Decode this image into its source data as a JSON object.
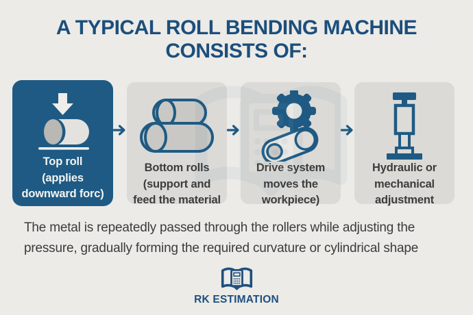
{
  "title": {
    "text": "A TYPICAL ROLL BENDING MACHINE\nCONSISTS OF:"
  },
  "steps": [
    {
      "id": "top-roll",
      "icon": "top-roll-icon",
      "label": "Top roll\n(applies\ndownward forc)"
    },
    {
      "id": "bottom-rolls",
      "icon": "bottom-rolls-icon",
      "label": "Bottom rolls\n(support and\nfeed the material"
    },
    {
      "id": "drive-system",
      "icon": "gear-belt-icon",
      "label": "Drive system\nmoves the\nworkpiece)"
    },
    {
      "id": "adjustment",
      "icon": "hydraulic-jack-icon",
      "label": "Hydraulic or\nmechanical\nadjustment"
    }
  ],
  "description": {
    "text": "The metal is repeatedly passed through the rollers while adjusting the\npressure, gradually forming the required curvature or cylindrical shape"
  },
  "footer": {
    "brand": "RK ESTIMATION",
    "logo_icon": "book-calculator-icon"
  },
  "colors": {
    "background": "#ECEBE7",
    "primary_blue": "#1E5A83",
    "title_blue": "#1C4E7C",
    "brand_blue": "#1E4F7E",
    "card_gray": "#DBDAD6",
    "icon_gray": "#C9C8C4",
    "text_dark": "#3B3B3B",
    "icon_white": "#EFEEEA"
  }
}
